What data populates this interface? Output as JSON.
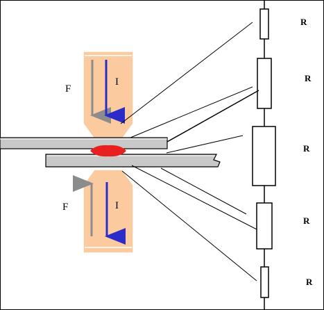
{
  "labels": {
    "force_top": "F",
    "current_top": "I",
    "force_bottom": "F",
    "current_bottom": "I",
    "resistors": [
      "R",
      "R",
      "R",
      "R",
      "R"
    ]
  },
  "colors": {
    "electrode_fill": "#FBCB9F",
    "force_arrow": "#8C8C8C",
    "current_arrow": "#2B2BC9",
    "weld_nugget": "#E82020",
    "sheet_fill": "#C8C8C8",
    "line": "#000000"
  },
  "icons": {
    "force_arrow": "arrow-icon",
    "current_arrow": "arrow-icon"
  }
}
